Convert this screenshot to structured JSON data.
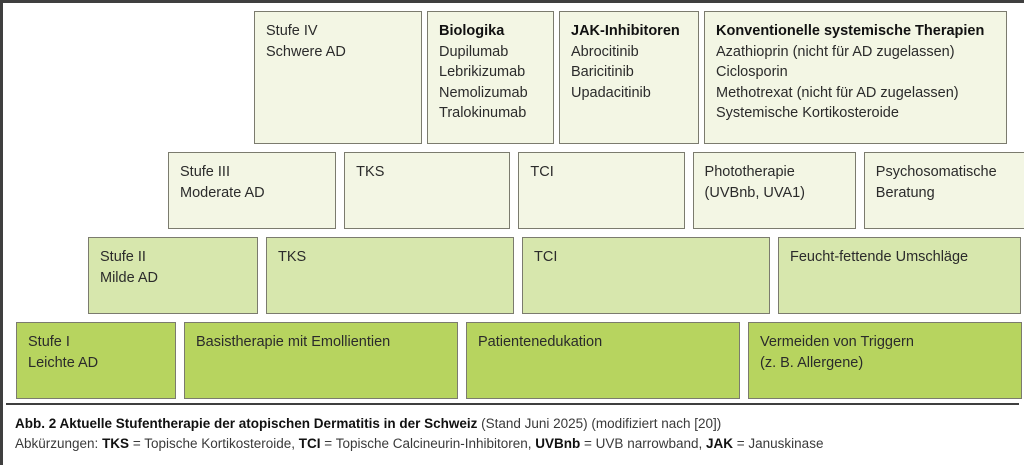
{
  "figure": {
    "colors": {
      "tier_high_fill": "#f3f6e4",
      "tier_mid_fill": "#d7e7ad",
      "tier_base_fill": "#b7d45f",
      "box_border": "#7b7b6e",
      "frame": "#3f3f3f",
      "text": "#2b2b2b"
    }
  },
  "tiers": [
    {
      "id": "stufe-4",
      "level_label_line1": "Stufe IV",
      "level_label_line2": "Schwere AD",
      "boxes": [
        {
          "name": "biologika",
          "heading": "Biologika",
          "items": [
            "Dupilumab",
            "Lebrikizumab",
            "Nemolizumab",
            "Tralokinumab"
          ]
        },
        {
          "name": "jak-inhibitoren",
          "heading": "JAK-Inhibitoren",
          "items": [
            "Abrocitinib",
            "Baricitinib",
            "Upadacitinib"
          ]
        },
        {
          "name": "konventionelle-systemische-therapien",
          "heading": "Konventionelle systemische Therapien",
          "items": [
            "Azathioprin (nicht für AD zugelassen)",
            "Ciclosporin",
            "Methotrexat (nicht für AD zugelassen)",
            "Systemische Kortikosteroide"
          ]
        }
      ]
    },
    {
      "id": "stufe-3",
      "level_label_line1": "Stufe III",
      "level_label_line2": "Moderate AD",
      "boxes": [
        {
          "name": "tks",
          "heading": "",
          "items": [
            "TKS"
          ]
        },
        {
          "name": "tci",
          "heading": "",
          "items": [
            "TCI"
          ]
        },
        {
          "name": "phototherapie",
          "heading": "",
          "items": [
            "Phototherapie",
            "(UVBnb, UVA1)"
          ]
        },
        {
          "name": "psychosomatische-beratung",
          "heading": "",
          "items": [
            "Psychosomatische",
            "Beratung"
          ]
        }
      ]
    },
    {
      "id": "stufe-2",
      "level_label_line1": "Stufe II",
      "level_label_line2": "Milde AD",
      "boxes": [
        {
          "name": "tks",
          "heading": "",
          "items": [
            "TKS"
          ]
        },
        {
          "name": "tci",
          "heading": "",
          "items": [
            "TCI"
          ]
        },
        {
          "name": "feucht-fettende-umschlaege",
          "heading": "",
          "items": [
            "Feucht-fettende Umschläge"
          ]
        }
      ]
    },
    {
      "id": "stufe-1",
      "level_label_line1": "Stufe I",
      "level_label_line2": "Leichte AD",
      "boxes": [
        {
          "name": "basistherapie",
          "heading": "",
          "items": [
            "Basistherapie mit Emollientien"
          ]
        },
        {
          "name": "patientenedukation",
          "heading": "",
          "items": [
            "Patientenedukation"
          ]
        },
        {
          "name": "vermeiden-von-triggern",
          "heading": "",
          "items": [
            "Vermeiden von Triggern",
            "(z. B. Allergene)"
          ]
        }
      ]
    }
  ],
  "caption": {
    "line1_title": "Abb. 2 Aktuelle Stufentherapie der atopischen Dermatitis in der Schweiz",
    "line1_rest": " (Stand Juni 2025) (modifiziert nach [20])",
    "line2_prefix": "Abkürzungen: ",
    "line2_parts": [
      {
        "abbr": "TKS",
        "expansion": " = Topische Kortikosteroide, "
      },
      {
        "abbr": "TCI",
        "expansion": " = Topische Calcineurin-Inhibitoren, "
      },
      {
        "abbr": "UVBnb",
        "expansion": " = UVB narrowband, "
      },
      {
        "abbr": "JAK",
        "expansion": " = Januskinase"
      }
    ]
  }
}
